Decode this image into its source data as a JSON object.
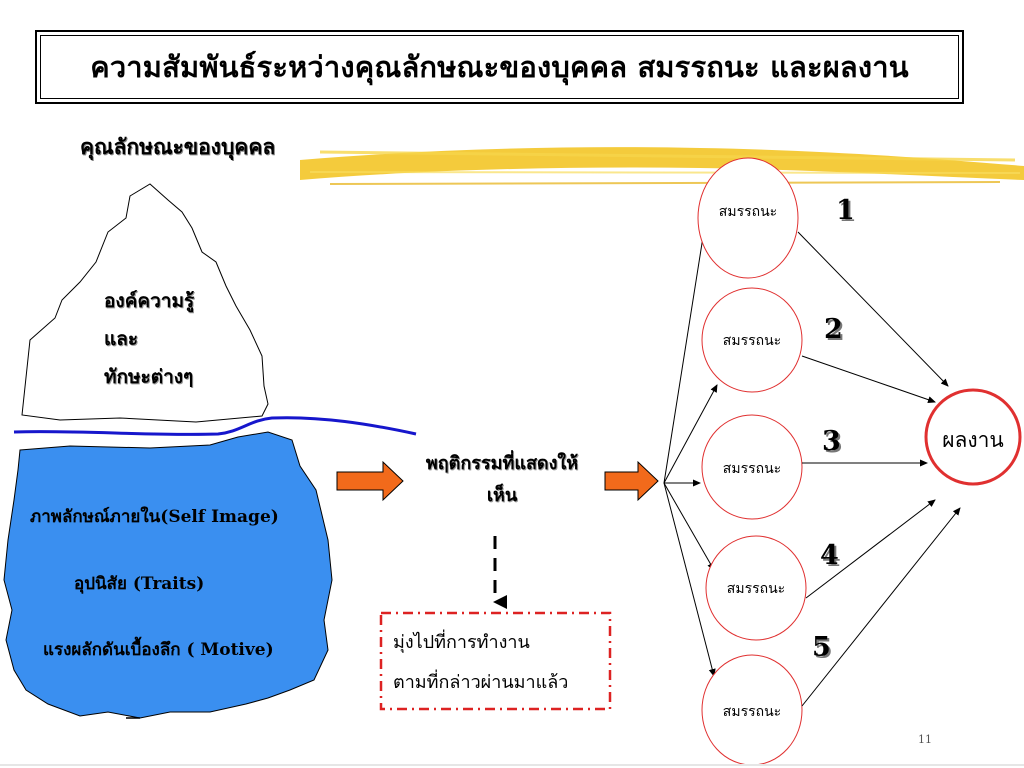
{
  "title": "ความสัมพันธ์ระหว่างคุณลักษณะของบุคคล สมรรถนะ และผลงาน",
  "section_label": "คุณลักษณะของบุคคล",
  "iceberg_top": {
    "lines": [
      "องค์ความรู้",
      "และ",
      "ทักษะต่างๆ"
    ]
  },
  "iceberg_bottom": {
    "lines": [
      "ภาพลักษณ์ภายใน(Self Image)",
      "อุปนิสัย (Traits)",
      "แรงผลักดันเบื้องลึก ( Motive)"
    ]
  },
  "behavior": "พฤติกรรมที่แสดงให้เห็น",
  "dashed_box": {
    "lines": [
      "มุ่งไปที่การทำงาน",
      "ตามที่กล่าวผ่านมาแล้ว"
    ]
  },
  "competencies": [
    {
      "label": "สมรรถนะ",
      "number": "1"
    },
    {
      "label": "สมรรถนะ",
      "number": "2"
    },
    {
      "label": "สมรรถนะ",
      "number": "3"
    },
    {
      "label": "สมรรถนะ",
      "number": "4"
    },
    {
      "label": "สมรรถนะ",
      "number": "5"
    }
  ],
  "result": "ผลงาน",
  "page_number": "11",
  "colors": {
    "water_blue": "#3a8ff0",
    "waterline": "#1616cc",
    "arrow_orange": "#f26a1b",
    "circle_red": "#e03030",
    "dashed_red": "#dd2222",
    "highlight_yellow": "#f2c21a"
  }
}
